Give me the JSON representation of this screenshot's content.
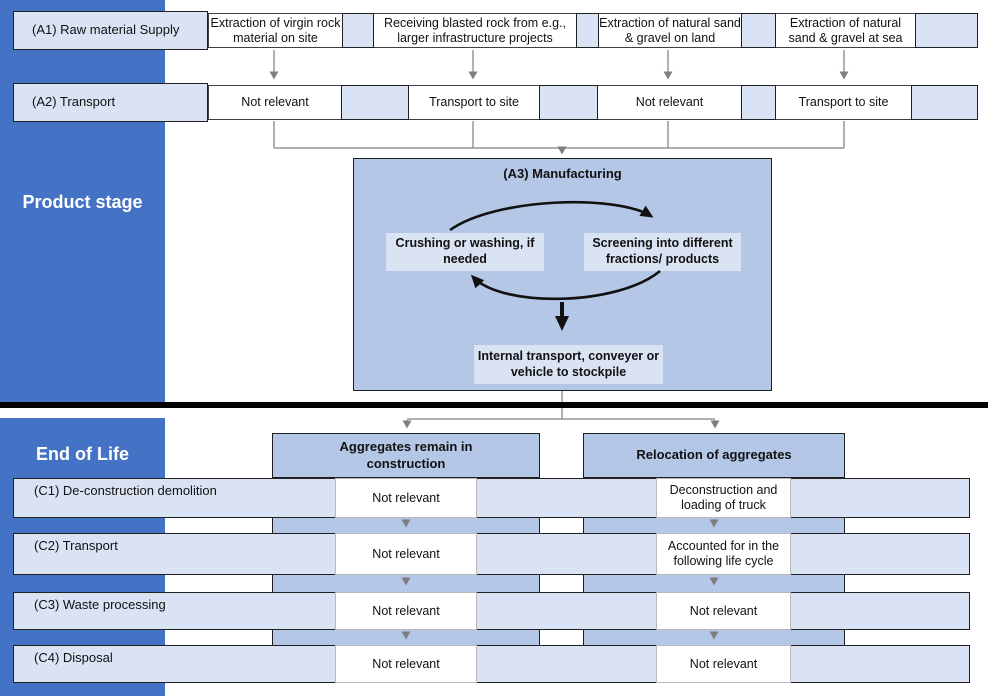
{
  "sidebar": {
    "product_label": "Product stage",
    "end_of_life_label": "End of Life"
  },
  "colors": {
    "sidebar_blue": "#4472C4",
    "medium_blue": "#B4C7E7",
    "light_blue": "#DAE3F3",
    "connector_gray": "#7f7f7f"
  },
  "product": {
    "row_a1": {
      "label": "(A1) Raw material Supply",
      "cells": [
        "Extraction of virgin rock material on site",
        "Receiving blasted rock from e.g., larger infrastructure projects",
        "Extraction of natural sand & gravel on land",
        "Extraction of natural sand & gravel at sea"
      ]
    },
    "row_a2": {
      "label": "(A2) Transport",
      "cells": [
        "Not relevant",
        "Transport to site",
        "Not relevant",
        "Transport to site"
      ]
    },
    "manufacturing": {
      "title": "(A3) Manufacturing",
      "crushing": "Crushing or washing, if needed",
      "screening": "Screening into different fractions/ products",
      "internal_transport": "Internal transport, conveyer or vehicle to stockpile"
    }
  },
  "end_of_life": {
    "branch_left": "Aggregates remain in construction",
    "branch_right": "Relocation of aggregates",
    "rows": [
      {
        "label": "(C1) De-construction demolition",
        "col1": "Not relevant",
        "col2": "Deconstruction and loading of truck"
      },
      {
        "label": "(C2) Transport",
        "col1": "Not relevant",
        "col2": "Accounted for in the following life cycle"
      },
      {
        "label": "(C3) Waste processing",
        "col1": "Not relevant",
        "col2": "Not relevant"
      },
      {
        "label": "(C4) Disposal",
        "col1": "Not relevant",
        "col2": "Not relevant"
      }
    ]
  }
}
